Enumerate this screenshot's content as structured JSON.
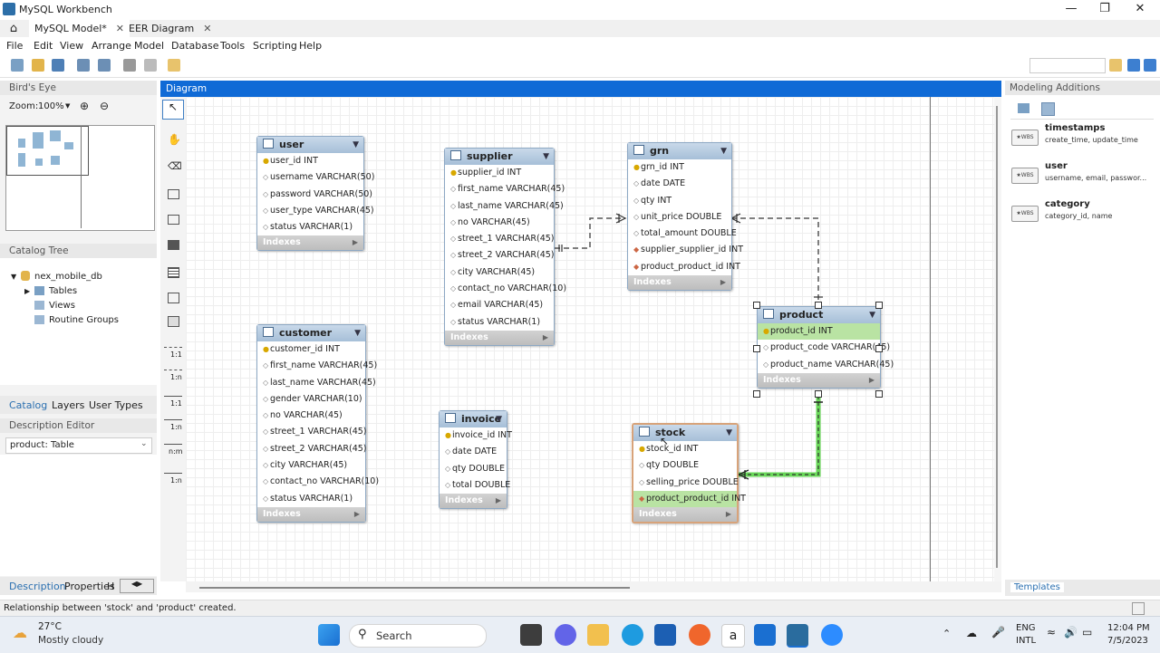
{
  "window": {
    "title": "MySQL Workbench"
  },
  "tabs": [
    {
      "label": "MySQL Model*"
    },
    {
      "label": "EER Diagram"
    }
  ],
  "menu": [
    "File",
    "Edit",
    "View",
    "Arrange",
    "Model",
    "Database",
    "Tools",
    "Scripting",
    "Help"
  ],
  "left": {
    "birds_eye": "Bird's Eye",
    "zoom_label": "Zoom:",
    "zoom_value": "100%",
    "catalog_tree": "Catalog Tree",
    "db": "nex_mobile_db",
    "tree": [
      "Tables",
      "Views",
      "Routine Groups"
    ],
    "bottom_tabs": [
      "Catalog",
      "Layers",
      "User Types"
    ],
    "desc_editor": "Description Editor",
    "desc_value": "product: Table",
    "footer_tabs": [
      "Description",
      "Properties",
      "H"
    ]
  },
  "diagram": {
    "header": "Diagram",
    "tool_labels": [
      "1:1",
      "1:n",
      "1:1",
      "1:n",
      "n:m",
      "1:n"
    ],
    "tables": {
      "user": {
        "name": "user",
        "cols": [
          "user_id INT",
          "username VARCHAR(50)",
          "password VARCHAR(50)",
          "user_type VARCHAR(45)",
          "status VARCHAR(1)"
        ],
        "footer": "Indexes"
      },
      "supplier": {
        "name": "supplier",
        "cols": [
          "supplier_id INT",
          "first_name VARCHAR(45)",
          "last_name VARCHAR(45)",
          "no VARCHAR(45)",
          "street_1 VARCHAR(45)",
          "street_2 VARCHAR(45)",
          "city VARCHAR(45)",
          "contact_no VARCHAR(10)",
          "email VARCHAR(45)",
          "status VARCHAR(1)"
        ],
        "footer": "Indexes"
      },
      "grn": {
        "name": "grn",
        "cols": [
          "grn_id INT",
          "date DATE",
          "qty INT",
          "unit_price DOUBLE",
          "total_amount DOUBLE",
          "supplier_supplier_id INT",
          "product_product_id INT"
        ],
        "footer": "Indexes"
      },
      "product": {
        "name": "product",
        "cols": [
          "product_id INT",
          "product_code VARCHAR(45)",
          "product_name VARCHAR(45)"
        ],
        "footer": "Indexes"
      },
      "customer": {
        "name": "customer",
        "cols": [
          "customer_id INT",
          "first_name VARCHAR(45)",
          "last_name VARCHAR(45)",
          "gender VARCHAR(10)",
          "no VARCHAR(45)",
          "street_1 VARCHAR(45)",
          "street_2 VARCHAR(45)",
          "city VARCHAR(45)",
          "contact_no VARCHAR(10)",
          "status VARCHAR(1)"
        ],
        "footer": "Indexes"
      },
      "invoice": {
        "name": "invoice",
        "cols": [
          "invoice_id INT",
          "date DATE",
          "qty DOUBLE",
          "total DOUBLE"
        ],
        "footer": "Indexes"
      },
      "stock": {
        "name": "stock",
        "cols": [
          "stock_id INT",
          "qty DOUBLE",
          "selling_price DOUBLE",
          "product_product_id INT"
        ],
        "footer": "Indexes"
      }
    }
  },
  "right": {
    "header": "Modeling Additions",
    "templates": [
      {
        "name": "timestamps",
        "desc": "create_time, update_time"
      },
      {
        "name": "user",
        "desc": "username, email, passwor..."
      },
      {
        "name": "category",
        "desc": "category_id, name"
      }
    ],
    "footer_tab": "Templates"
  },
  "status": "Relationship between 'stock' and 'product' created.",
  "taskbar": {
    "weather_temp": "27°C",
    "weather_desc": "Mostly cloudy",
    "search": "Search",
    "lang1": "ENG",
    "lang2": "INTL",
    "time": "12:04 PM",
    "date": "7/5/2023"
  }
}
